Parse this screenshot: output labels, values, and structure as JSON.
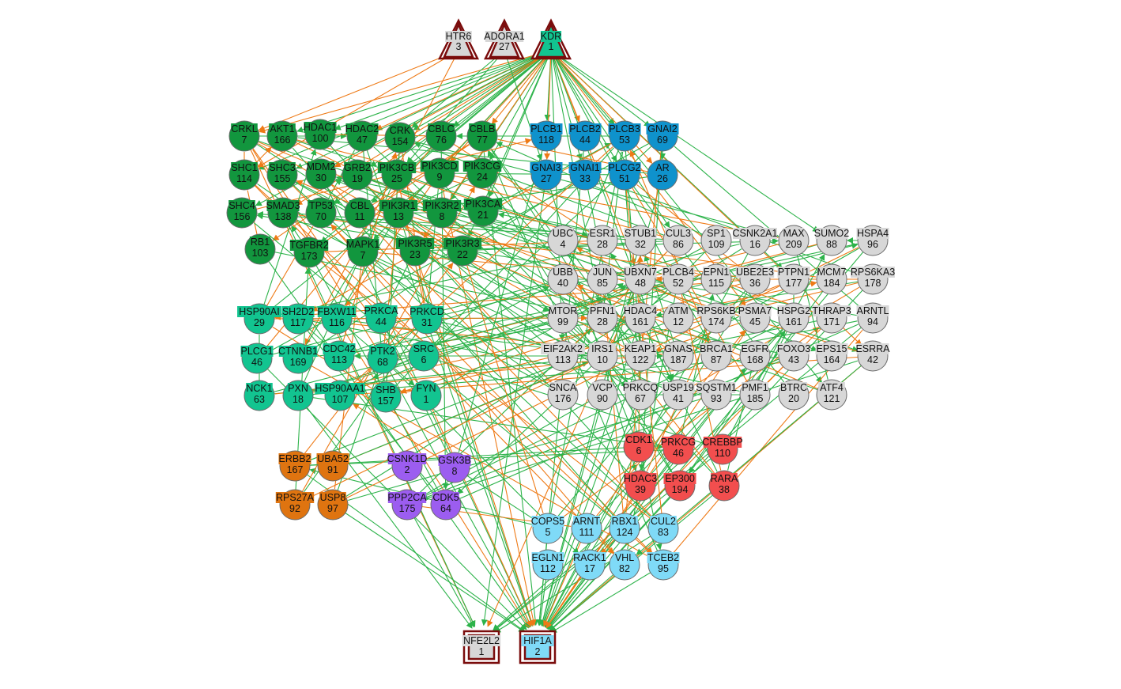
{
  "colors": {
    "edge_green": "#2db34a",
    "edge_orange": "#ee7a16",
    "marker_stroke": "#7a0c0c",
    "groups": {
      "dark_green": "#12963e",
      "teal": "#12c490",
      "blue": "#0f92cc",
      "grey": "#d7d7d7",
      "red": "#f24e4e",
      "orange": "#df7410",
      "purple": "#9c5df0",
      "light_blue": "#7fdaf7"
    }
  },
  "network": {
    "sources": [
      {
        "label": "HTR6",
        "value": "3",
        "fill": "grey"
      },
      {
        "label": "ADORA1",
        "value": "27",
        "fill": "grey"
      },
      {
        "label": "KDR",
        "value": "1",
        "fill": "teal"
      }
    ],
    "targets": [
      {
        "label": "NFE2L2",
        "value": "1",
        "fill": "grey"
      },
      {
        "label": "HIF1A",
        "value": "2",
        "fill": "light_blue"
      }
    ],
    "clusters": [
      {
        "group": "dark_green",
        "nodes": [
          {
            "label": "CRKL",
            "value": "7"
          },
          {
            "label": "AKT1",
            "value": "166"
          },
          {
            "label": "HDAC1",
            "value": "100"
          },
          {
            "label": "HDAC2",
            "value": "47"
          },
          {
            "label": "CRK",
            "value": "154"
          },
          {
            "label": "CBLC",
            "value": "76"
          },
          {
            "label": "CBLB",
            "value": "77"
          },
          {
            "label": "SHC1",
            "value": "114"
          },
          {
            "label": "SHC3",
            "value": "155"
          },
          {
            "label": "MDM2",
            "value": "30"
          },
          {
            "label": "GRB2",
            "value": "19"
          },
          {
            "label": "PIK3CB",
            "value": "25"
          },
          {
            "label": "PIK3CD",
            "value": "9"
          },
          {
            "label": "PIK3CG",
            "value": "24"
          },
          {
            "label": "SHC4",
            "value": "156"
          },
          {
            "label": "SMAD3",
            "value": "138"
          },
          {
            "label": "TP53",
            "value": "70"
          },
          {
            "label": "CBL",
            "value": "11"
          },
          {
            "label": "PIK3R1",
            "value": "13"
          },
          {
            "label": "PIK3R2",
            "value": "8"
          },
          {
            "label": "PIK3CA",
            "value": "21"
          },
          {
            "label": "RB1",
            "value": "103"
          },
          {
            "label": "TGFBR2",
            "value": "173"
          },
          {
            "label": "MAPK1",
            "value": "7"
          },
          {
            "label": "PIK3R5",
            "value": "23"
          },
          {
            "label": "PIK3R3",
            "value": "22"
          }
        ]
      },
      {
        "group": "blue",
        "nodes": [
          {
            "label": "PLCB1",
            "value": "118"
          },
          {
            "label": "PLCB2",
            "value": "44"
          },
          {
            "label": "PLCB3",
            "value": "53"
          },
          {
            "label": "GNAI2",
            "value": "69"
          },
          {
            "label": "GNAI3",
            "value": "27"
          },
          {
            "label": "GNAI1",
            "value": "33"
          },
          {
            "label": "PLCG2",
            "value": "51"
          },
          {
            "label": "AR",
            "value": "26"
          }
        ]
      },
      {
        "group": "teal",
        "nodes": [
          {
            "label": "HSP90AI",
            "value": "29"
          },
          {
            "label": "SH2D2",
            "value": "117"
          },
          {
            "label": "FBXW11",
            "value": "116"
          },
          {
            "label": "PRKCA",
            "value": "44"
          },
          {
            "label": "PRKCD",
            "value": "31"
          },
          {
            "label": "PLCG1",
            "value": "46"
          },
          {
            "label": "CTNNB1",
            "value": "169"
          },
          {
            "label": "CDC42",
            "value": "113"
          },
          {
            "label": "PTK2",
            "value": "68"
          },
          {
            "label": "SRC",
            "value": "6"
          },
          {
            "label": "NCK1",
            "value": "63"
          },
          {
            "label": "PXN",
            "value": "18"
          },
          {
            "label": "HSP90AA1",
            "value": "107"
          },
          {
            "label": "SHB",
            "value": "157"
          },
          {
            "label": "FYN",
            "value": "1"
          }
        ]
      },
      {
        "group": "grey",
        "nodes": [
          {
            "label": "UBC",
            "value": "4"
          },
          {
            "label": "ESR1",
            "value": "28"
          },
          {
            "label": "STUB1",
            "value": "32"
          },
          {
            "label": "CUL3",
            "value": "86"
          },
          {
            "label": "SP1",
            "value": "109"
          },
          {
            "label": "CSNK2A1",
            "value": "16"
          },
          {
            "label": "MAX",
            "value": "209"
          },
          {
            "label": "SUMO2",
            "value": "88"
          },
          {
            "label": "HSPA4",
            "value": "96"
          },
          {
            "label": "UBB",
            "value": "40"
          },
          {
            "label": "JUN",
            "value": "85"
          },
          {
            "label": "UBXN7",
            "value": "48"
          },
          {
            "label": "PLCB4",
            "value": "52"
          },
          {
            "label": "EPN1",
            "value": "115"
          },
          {
            "label": "UBE2E3",
            "value": "36"
          },
          {
            "label": "PTPN1",
            "value": "177"
          },
          {
            "label": "MCM7",
            "value": "184"
          },
          {
            "label": "RPS6KA3",
            "value": "178"
          },
          {
            "label": "MTOR",
            "value": "99"
          },
          {
            "label": "PFN1",
            "value": "28"
          },
          {
            "label": "HDAC4",
            "value": "161"
          },
          {
            "label": "ATM",
            "value": "12"
          },
          {
            "label": "RPS6KB",
            "value": "174"
          },
          {
            "label": "PSMA7",
            "value": "45"
          },
          {
            "label": "HSPG2",
            "value": "161"
          },
          {
            "label": "THRAP3",
            "value": "171"
          },
          {
            "label": "ARNTL",
            "value": "94"
          },
          {
            "label": "EIF2AK2",
            "value": "113"
          },
          {
            "label": "IRS1",
            "value": "10"
          },
          {
            "label": "KEAP1",
            "value": "122"
          },
          {
            "label": "GNAS",
            "value": "187"
          },
          {
            "label": "BRCA1",
            "value": "87"
          },
          {
            "label": "EGFR",
            "value": "168"
          },
          {
            "label": "FOXO3",
            "value": "43"
          },
          {
            "label": "EPS15",
            "value": "164"
          },
          {
            "label": "ESRRA",
            "value": "42"
          },
          {
            "label": "SNCA",
            "value": "176"
          },
          {
            "label": "VCP",
            "value": "90"
          },
          {
            "label": "PRKCQ",
            "value": "67"
          },
          {
            "label": "USP19",
            "value": "41"
          },
          {
            "label": "SQSTM1",
            "value": "93"
          },
          {
            "label": "PMF1",
            "value": "185"
          },
          {
            "label": "BTRC",
            "value": "20"
          },
          {
            "label": "ATF4",
            "value": "121"
          }
        ]
      },
      {
        "group": "red",
        "nodes": [
          {
            "label": "CDK1",
            "value": "6"
          },
          {
            "label": "PRKCG",
            "value": "46"
          },
          {
            "label": "CREBBP",
            "value": "110"
          },
          {
            "label": "HDAC3",
            "value": "39"
          },
          {
            "label": "EP300",
            "value": "194"
          },
          {
            "label": "RARA",
            "value": "38"
          }
        ]
      },
      {
        "group": "orange",
        "nodes": [
          {
            "label": "ERBB2",
            "value": "167"
          },
          {
            "label": "UBA52",
            "value": "91"
          },
          {
            "label": "RPS27A",
            "value": "92"
          },
          {
            "label": "USP8",
            "value": "97"
          }
        ]
      },
      {
        "group": "purple",
        "nodes": [
          {
            "label": "CSNK1D",
            "value": "2"
          },
          {
            "label": "GSK3B",
            "value": "8"
          },
          {
            "label": "PPP2CA",
            "value": "175"
          },
          {
            "label": "CDK5",
            "value": "64"
          }
        ]
      },
      {
        "group": "light_blue",
        "nodes": [
          {
            "label": "COPS5",
            "value": "5"
          },
          {
            "label": "ARNT",
            "value": "111"
          },
          {
            "label": "RBX1",
            "value": "124"
          },
          {
            "label": "CUL2",
            "value": "83"
          },
          {
            "label": "EGLN1",
            "value": "112"
          },
          {
            "label": "RACK1",
            "value": "17"
          },
          {
            "label": "VHL",
            "value": "82"
          },
          {
            "label": "TCEB2",
            "value": "95"
          }
        ]
      }
    ]
  }
}
